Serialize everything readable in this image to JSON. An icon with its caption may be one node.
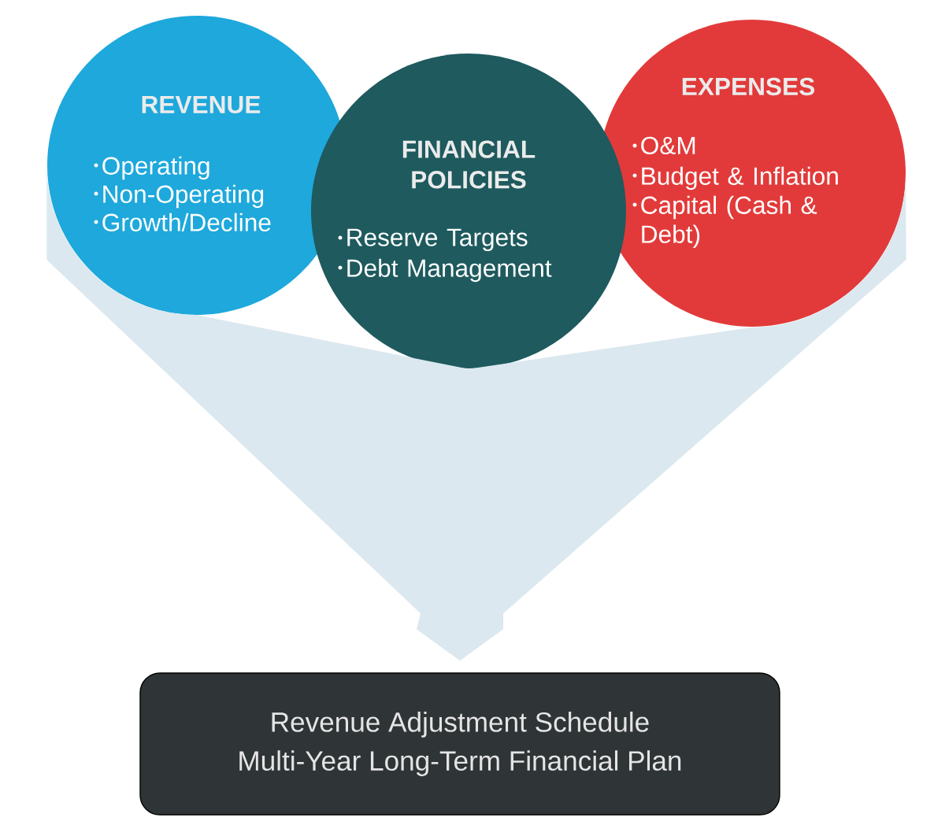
{
  "diagram": {
    "nodes": [
      {
        "text": [
          "REVENUE",
          "Operating",
          "Non-Operating",
          "Growth/Decline"
        ]
      },
      {
        "text": [
          "FINANCIAL POLICIES",
          "Reserve Targets",
          "Debt Management"
        ]
      },
      {
        "text": [
          "EXPENSES",
          "O&M",
          "Budget & Inflation",
          "Capital (Cash & Debt)"
        ]
      },
      {
        "text": [
          "Revenue Adjustment Schedule",
          "Multi-Year Long-Term Financial Plan"
        ]
      }
    ],
    "edges": [
      {
        "from": 0,
        "to": 3,
        "arrow": "to"
      },
      {
        "from": 1,
        "to": 3,
        "arrow": "to"
      },
      {
        "from": 2,
        "to": 3,
        "arrow": "to"
      }
    ]
  }
}
